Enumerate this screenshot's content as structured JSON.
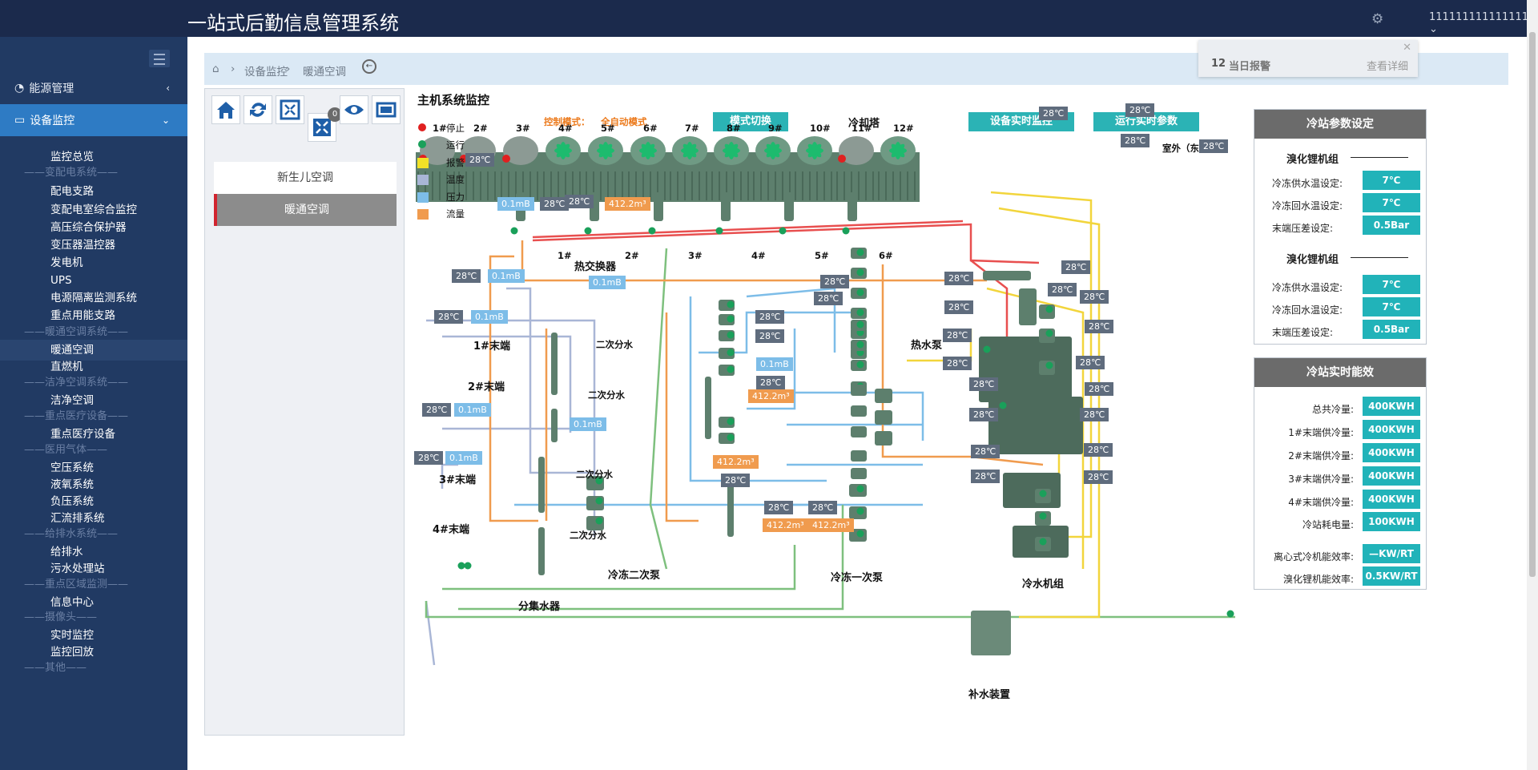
{
  "app": {
    "title": "一站式后勤信息管理系统",
    "user": "111111111111111 ⌄"
  },
  "sidebar": {
    "energy": "能源管理",
    "monitor": "设备监控",
    "items": [
      "监控总览",
      "——变配电系统——",
      "配电支路",
      "变配电室综合监控",
      "高压综合保护器",
      "变压器温控器",
      "发电机",
      "UPS",
      "电源隔离监测系统",
      "重点用能支路",
      "——暖通空调系统——",
      "暖通空调",
      "直燃机",
      "——洁净空调系统——",
      "洁净空调",
      "——重点医疗设备——",
      "重点医疗设备",
      "——医用气体——",
      "空压系统",
      "液氧系统",
      "负压系统",
      "汇流排系统",
      "——给排水系统——",
      "给排水",
      "污水处理站",
      "——重点区域监测——",
      "信息中心",
      "——摄像头——",
      "实时监控",
      "监控回放",
      "——其他——"
    ]
  },
  "breadcrumb": {
    "home": "⌂",
    "level1": "设备监控",
    "level2": "暖通空调"
  },
  "alarm": {
    "count": "12",
    "label": "当日报警",
    "detail": "查看详细"
  },
  "leftpanel": {
    "badge": "0",
    "tab1": "新生儿空调",
    "tab2": "暖通空调"
  },
  "diagram": {
    "title": "主机系统监控",
    "mode_label": "控制模式：",
    "mode_value": "全自动模式",
    "btn_mode": "模式切换",
    "cooling_tower": "冷却塔",
    "btn_realtime": "设备实时监控",
    "btn_params": "运行实时参数",
    "outdoor": "室外（东区）",
    "outdoor_temp": "28℃",
    "legend": [
      "停止",
      "运行",
      "报警",
      "温度",
      "压力",
      "流量"
    ],
    "legend_colors": [
      "#e02020",
      "#1aa05a",
      "#f2e227",
      "#a9b6d6",
      "#7dbde8",
      "#f09b4e"
    ],
    "towers": [
      "1#",
      "2#",
      "3#",
      "4#",
      "5#",
      "6#",
      "7#",
      "8#",
      "9#",
      "10#",
      "11#",
      "12#"
    ],
    "hx": "热交换器",
    "hx_pumps": [
      "1#",
      "2#",
      "3#",
      "4#",
      "5#",
      "6#"
    ],
    "terminals": [
      "1#末端",
      "2#末端",
      "3#末端",
      "4#末端"
    ],
    "sub": "二次分水",
    "hot_pump": "热水泵",
    "sec_pump": "冷冻二次泵",
    "pri_pump": "冷冻一次泵",
    "chiller": "冷水机组",
    "manifold": "分集水器",
    "makeup": "补水装置",
    "temp": "28℃",
    "press": "0.1mB",
    "flow": "412.2m³"
  },
  "setpoint": {
    "title": "冷站参数设定",
    "group1": "溴化锂机组",
    "group2": "溴化锂机组",
    "rows1": [
      {
        "label": "冷冻供水温设定:",
        "value": "7℃"
      },
      {
        "label": "冷冻回水温设定:",
        "value": "7℃"
      },
      {
        "label": "末端压差设定:",
        "value": "0.5Bar"
      }
    ],
    "rows2": [
      {
        "label": "冷冻供水温设定:",
        "value": "7℃"
      },
      {
        "label": "冷冻回水温设定:",
        "value": "7℃"
      },
      {
        "label": "末端压差设定:",
        "value": "0.5Bar"
      }
    ]
  },
  "efficiency": {
    "title": "冷站实时能效",
    "rows": [
      {
        "label": "总共冷量:",
        "value": "400KWH"
      },
      {
        "label": "1#末端供冷量:",
        "value": "400KWH"
      },
      {
        "label": "2#末端供冷量:",
        "value": "400KWH"
      },
      {
        "label": "3#末端供冷量:",
        "value": "400KWH"
      },
      {
        "label": "4#末端供冷量:",
        "value": "400KWH"
      },
      {
        "label": "冷站耗电量:",
        "value": "100KWH"
      },
      {
        "label": "离心式冷机能效率:",
        "value": "—KW/RT"
      },
      {
        "label": "溴化锂机能效率:",
        "value": "0.5KW/RT"
      }
    ]
  }
}
